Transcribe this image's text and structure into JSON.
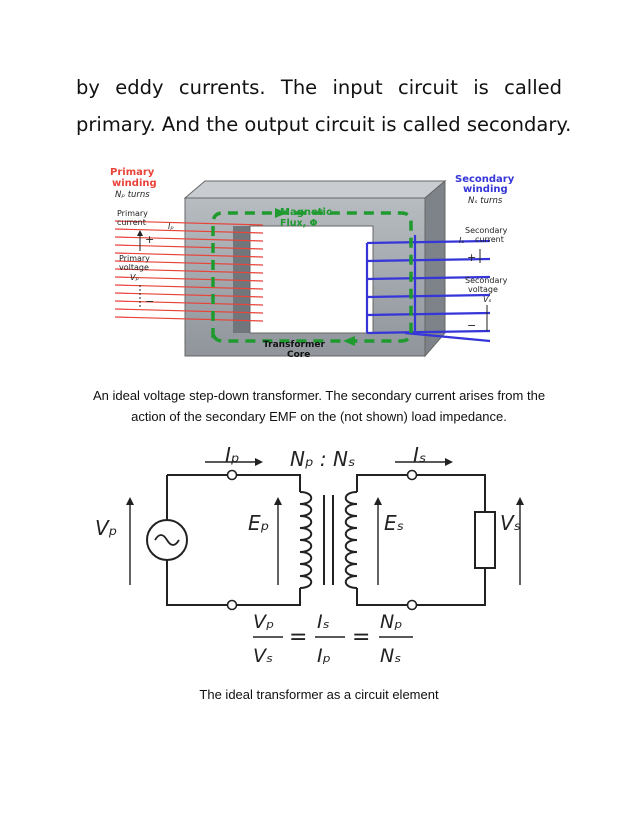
{
  "text": {
    "line1": "by eddy currents. The input circuit is called",
    "line2": "primary. And the output circuit is called secondary."
  },
  "figure1": {
    "primary_winding": [
      "Primary",
      "winding"
    ],
    "primary_turns": "Nₚ turns",
    "secondary_winding": [
      "Secondary",
      "winding"
    ],
    "secondary_turns": "Nₛ turns",
    "primary_current": [
      "Primary",
      "current"
    ],
    "primary_current_symbol": "Iₚ",
    "primary_voltage": [
      "Primary",
      "voltage"
    ],
    "primary_voltage_symbol": "Vₚ",
    "secondary_current": [
      "Secondary",
      "current"
    ],
    "secondary_current_symbol": "Iₛ",
    "secondary_voltage": [
      "Secondary",
      "voltage"
    ],
    "secondary_voltage_symbol": "Vₛ",
    "flux_label": [
      "Magnetic",
      "Flux, Φ"
    ],
    "core_label": [
      "Transformer",
      "Core"
    ],
    "plus": "+",
    "minus": "−",
    "colors": {
      "primary": "#e8443a",
      "secondary": "#3535d8",
      "flux": "#1f9a2f",
      "core": "#9aa0a6"
    }
  },
  "caption1": {
    "line1": "An ideal voltage step-down transformer. The secondary current arises from the",
    "line2": "action of the secondary EMF on the (not shown) load impedance."
  },
  "figure2": {
    "ip": "Iₚ",
    "is": "Iₛ",
    "ratio": "Nₚ : Nₛ",
    "vp": "Vₚ",
    "ep": "Eₚ",
    "es": "Eₛ",
    "vs": "Vₛ",
    "equation": {
      "num1": "Vₚ",
      "den1": "Vₛ",
      "eq": "=",
      "num2": "Iₛ",
      "den2": "Iₚ",
      "num3": "Nₚ",
      "den3": "Nₛ"
    }
  },
  "caption2": "The ideal transformer as a circuit element"
}
